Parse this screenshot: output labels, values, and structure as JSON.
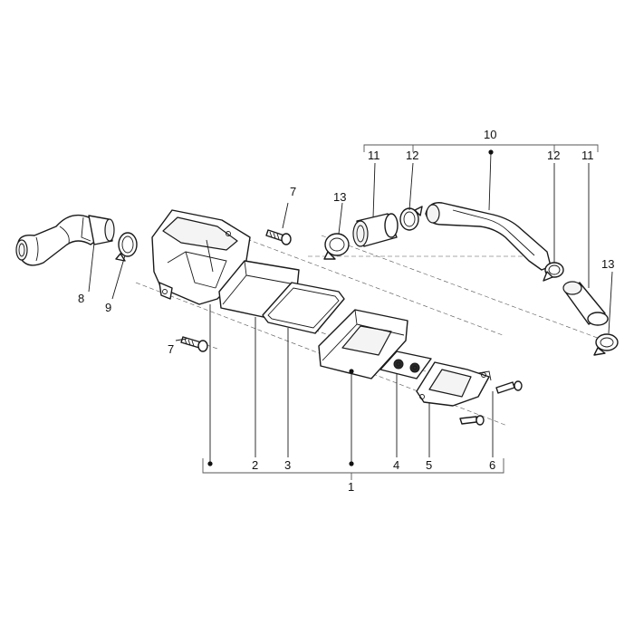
{
  "diagram": {
    "callouts": {
      "c1": "1",
      "c2": "2",
      "c3": "3",
      "c4": "4",
      "c5": "5",
      "c6": "6",
      "c7a": "7",
      "c7b": "7",
      "c8": "8",
      "c9": "9",
      "c10": "10",
      "c11a": "11",
      "c11b": "11",
      "c12a": "12",
      "c12b": "12",
      "c13a": "13",
      "c13b": "13"
    }
  }
}
